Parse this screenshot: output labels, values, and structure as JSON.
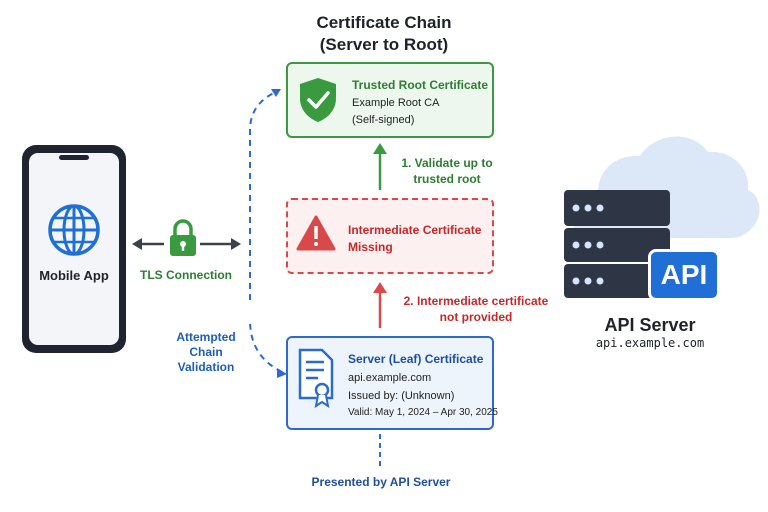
{
  "title": {
    "line1": "Certificate Chain",
    "line2": "(Server to Root)"
  },
  "client": {
    "label": "Mobile App",
    "icon": "globe-icon"
  },
  "connection": {
    "label": "TLS Connection",
    "icon": "padlock-icon"
  },
  "attempt": {
    "line1": "Attempted",
    "line2": "Chain",
    "line3": "Validation"
  },
  "root_cert": {
    "title": "Trusted Root Certificate",
    "line1": "Example Root CA",
    "line2": "(Self-signed)",
    "icon": "shield-check-icon"
  },
  "intermediate_cert": {
    "title_line1": "Intermediate Certificate",
    "title_line2": "Missing",
    "icon": "warning-icon"
  },
  "leaf_cert": {
    "title": "Server (Leaf) Certificate",
    "line1": "api.example.com",
    "line2": "Issued by: (Unknown)",
    "line3": "Valid: May 1, 2024 – Apr 30, 2025",
    "icon": "certificate-icon"
  },
  "steps": {
    "step1_line1": "1. Validate up to",
    "step1_line2": "trusted root",
    "step2_line1": "2. Intermediate certificate",
    "step2_line2": "not provided"
  },
  "presented": "Presented by API Server",
  "server": {
    "badge": "API",
    "title": "API Server",
    "host": "api.example.com",
    "icon": "server-rack-icon"
  },
  "colors": {
    "green": "#2e7d32",
    "red": "#c62828",
    "blue": "#1d4f9c",
    "dark": "#1f2328"
  }
}
